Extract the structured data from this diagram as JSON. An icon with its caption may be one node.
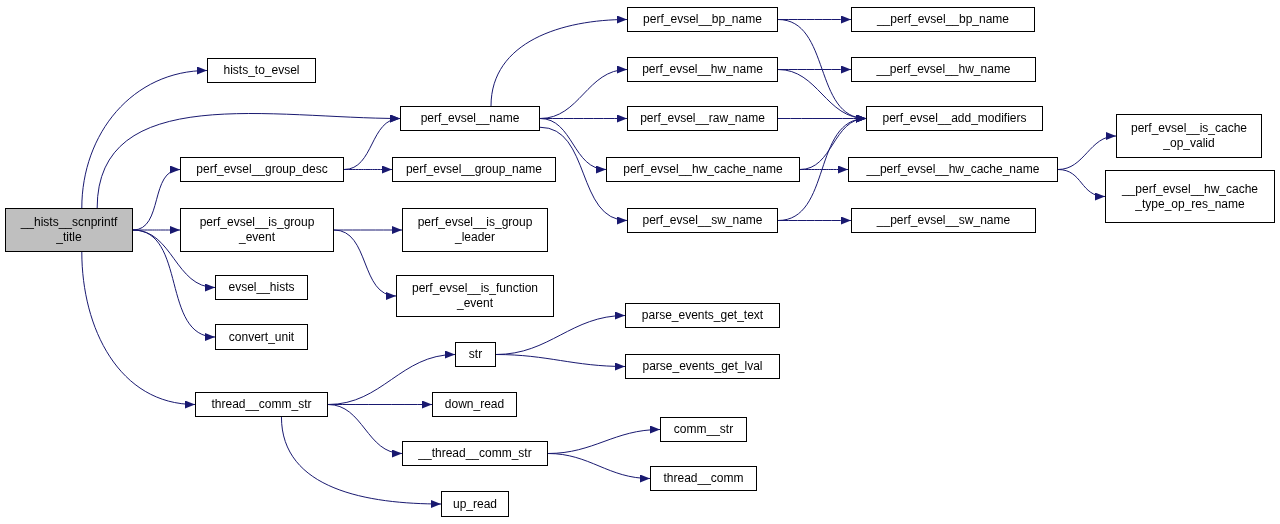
{
  "diagram": {
    "nodes": [
      {
        "text": [
          "__hists__scnprintf _title"
        ]
      },
      {
        "text": [
          "hists_to_evsel"
        ]
      },
      {
        "text": [
          "perf_evsel__name"
        ]
      },
      {
        "text": [
          "perf_evsel__group_desc"
        ]
      },
      {
        "text": [
          "perf_evsel__group_name"
        ]
      },
      {
        "text": [
          "perf_evsel__is_group _event"
        ]
      },
      {
        "text": [
          "perf_evsel__is_group _leader"
        ]
      },
      {
        "text": [
          "evsel__hists"
        ]
      },
      {
        "text": [
          "perf_evsel__is_function _event"
        ]
      },
      {
        "text": [
          "convert_unit"
        ]
      },
      {
        "text": [
          "thread__comm_str"
        ]
      },
      {
        "text": [
          "str"
        ]
      },
      {
        "text": [
          "parse_events_get_text"
        ]
      },
      {
        "text": [
          "parse_events_get_lval"
        ]
      },
      {
        "text": [
          "down_read"
        ]
      },
      {
        "text": [
          "__thread__comm_str"
        ]
      },
      {
        "text": [
          "comm__str"
        ]
      },
      {
        "text": [
          "thread__comm"
        ]
      },
      {
        "text": [
          "up_read"
        ]
      },
      {
        "text": [
          "perf_evsel__bp_name"
        ]
      },
      {
        "text": [
          "perf_evsel__hw_name"
        ]
      },
      {
        "text": [
          "perf_evsel__raw_name"
        ]
      },
      {
        "text": [
          "perf_evsel__hw_cache_name"
        ]
      },
      {
        "text": [
          "perf_evsel__sw_name"
        ]
      },
      {
        "text": [
          "__perf_evsel__bp_name"
        ]
      },
      {
        "text": [
          "__perf_evsel__hw_name"
        ]
      },
      {
        "text": [
          "perf_evsel__add_modifiers"
        ]
      },
      {
        "text": [
          "__perf_evsel__hw_cache_name"
        ]
      },
      {
        "text": [
          "__perf_evsel__sw_name"
        ]
      },
      {
        "text": [
          "perf_evsel__is_cache _op_valid"
        ]
      },
      {
        "text": [
          "__perf_evsel__hw_cache _type_op_res_name"
        ]
      }
    ],
    "edges": [
      {
        "from": 0,
        "to": 1,
        "arrow": "to"
      },
      {
        "from": 0,
        "to": 2,
        "arrow": "to"
      },
      {
        "from": 0,
        "to": 3,
        "arrow": "to"
      },
      {
        "from": 0,
        "to": 5,
        "arrow": "to"
      },
      {
        "from": 0,
        "to": 7,
        "arrow": "to"
      },
      {
        "from": 0,
        "to": 9,
        "arrow": "to"
      },
      {
        "from": 0,
        "to": 10,
        "arrow": "to"
      },
      {
        "from": 2,
        "to": 19,
        "arrow": "to"
      },
      {
        "from": 2,
        "to": 20,
        "arrow": "to"
      },
      {
        "from": 2,
        "to": 21,
        "arrow": "to"
      },
      {
        "from": 2,
        "to": 22,
        "arrow": "to"
      },
      {
        "from": 2,
        "to": 23,
        "arrow": "to"
      },
      {
        "from": 3,
        "to": 2,
        "arrow": "to"
      },
      {
        "from": 3,
        "to": 4,
        "arrow": "to"
      },
      {
        "from": 5,
        "to": 6,
        "arrow": "to"
      },
      {
        "from": 5,
        "to": 8,
        "arrow": "to"
      },
      {
        "from": 10,
        "to": 11,
        "arrow": "to"
      },
      {
        "from": 10,
        "to": 14,
        "arrow": "to"
      },
      {
        "from": 10,
        "to": 15,
        "arrow": "to"
      },
      {
        "from": 10,
        "to": 18,
        "arrow": "to"
      },
      {
        "from": 11,
        "to": 12,
        "arrow": "to"
      },
      {
        "from": 11,
        "to": 13,
        "arrow": "to"
      },
      {
        "from": 15,
        "to": 16,
        "arrow": "to"
      },
      {
        "from": 15,
        "to": 17,
        "arrow": "to"
      },
      {
        "from": 19,
        "to": 24,
        "arrow": "to"
      },
      {
        "from": 19,
        "to": 26,
        "arrow": "to"
      },
      {
        "from": 20,
        "to": 25,
        "arrow": "to"
      },
      {
        "from": 20,
        "to": 26,
        "arrow": "to"
      },
      {
        "from": 21,
        "to": 26,
        "arrow": "to"
      },
      {
        "from": 22,
        "to": 26,
        "arrow": "to"
      },
      {
        "from": 22,
        "to": 27,
        "arrow": "to"
      },
      {
        "from": 23,
        "to": 26,
        "arrow": "to"
      },
      {
        "from": 23,
        "to": 28,
        "arrow": "to"
      },
      {
        "from": 27,
        "to": 29,
        "arrow": "to"
      },
      {
        "from": 27,
        "to": 30,
        "arrow": "to"
      }
    ]
  }
}
